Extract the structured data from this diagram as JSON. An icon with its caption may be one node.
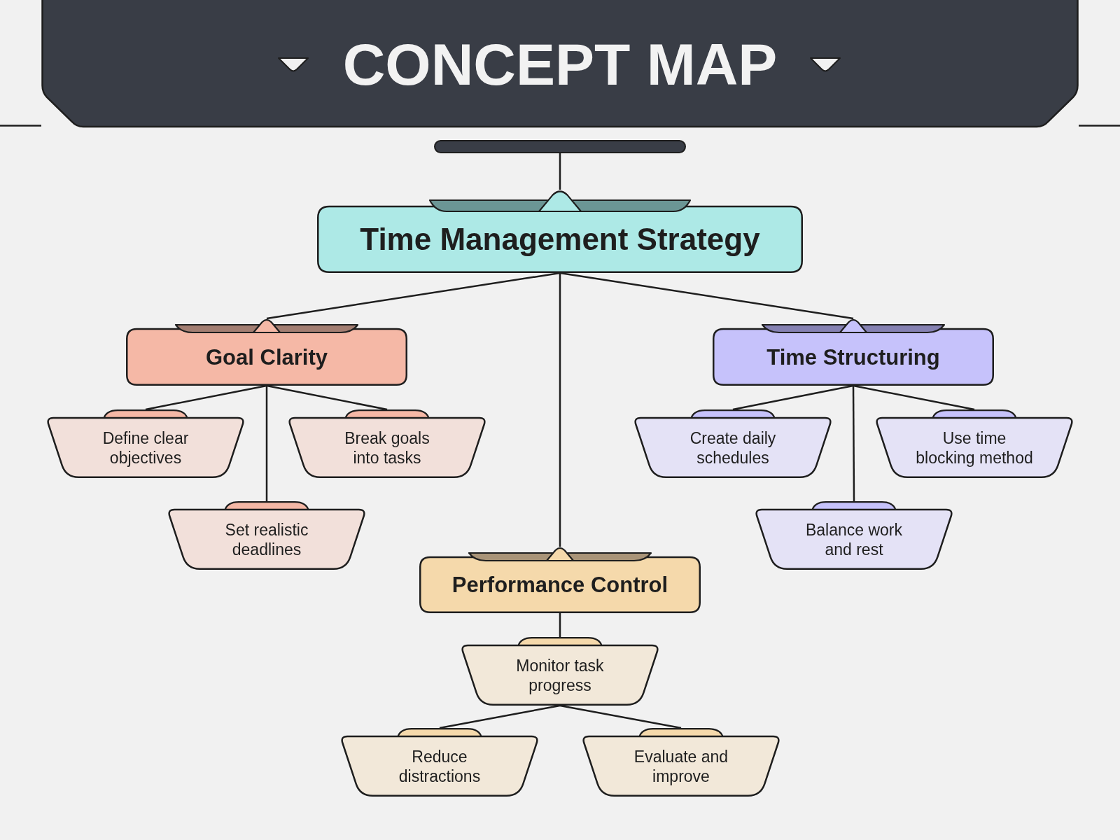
{
  "diagram": {
    "title": "CONCEPT MAP",
    "nodes": [
      {
        "text": [],
        "shape": "bar"
      },
      {
        "text": [
          "Time Management Strategy"
        ]
      },
      {
        "text": [
          "Goal Clarity"
        ]
      },
      {
        "text": [
          "Time Structuring"
        ]
      },
      {
        "text": [
          "Define clear objectives"
        ]
      },
      {
        "text": [
          "Break goals into tasks"
        ]
      },
      {
        "text": [
          "Create daily schedules"
        ]
      },
      {
        "text": [
          "Use time blocking method"
        ]
      },
      {
        "text": [
          "Set realistic deadlines"
        ]
      },
      {
        "text": [
          "Balance work and rest"
        ]
      },
      {
        "text": [
          "Performance Control"
        ]
      },
      {
        "text": [
          "Monitor task progress"
        ]
      },
      {
        "text": [
          "Reduce distractions"
        ]
      },
      {
        "text": [
          "Evaluate and improve"
        ]
      }
    ],
    "edges": [
      {
        "from": 0,
        "to": 1,
        "arrow": "none"
      },
      {
        "from": 1,
        "to": 2,
        "arrow": "none"
      },
      {
        "from": 1,
        "to": 3,
        "arrow": "none"
      },
      {
        "from": 1,
        "to": 10,
        "arrow": "none"
      },
      {
        "from": 2,
        "to": 4,
        "arrow": "none"
      },
      {
        "from": 2,
        "to": 5,
        "arrow": "none"
      },
      {
        "from": 2,
        "to": 8,
        "arrow": "none"
      },
      {
        "from": 3,
        "to": 6,
        "arrow": "none"
      },
      {
        "from": 3,
        "to": 7,
        "arrow": "none"
      },
      {
        "from": 3,
        "to": 9,
        "arrow": "none"
      },
      {
        "from": 10,
        "to": 11,
        "arrow": "none"
      },
      {
        "from": 11,
        "to": 12,
        "arrow": "none"
      },
      {
        "from": 11,
        "to": 13,
        "arrow": "none"
      }
    ]
  }
}
